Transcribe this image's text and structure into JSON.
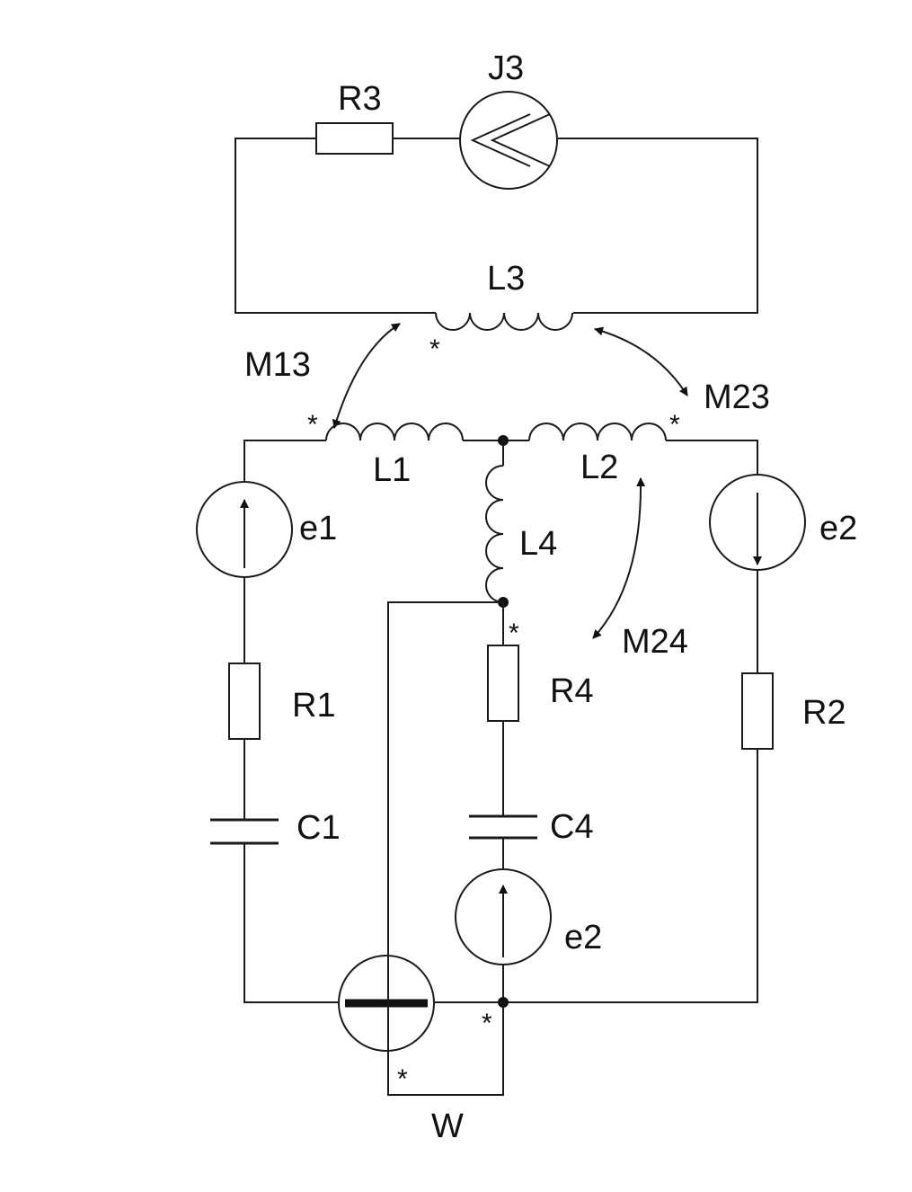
{
  "labels": {
    "R3": "R3",
    "J3": "J3",
    "L3": "L3",
    "M13": "M13",
    "M23": "M23",
    "L1": "L1",
    "L2": "L2",
    "L4": "L4",
    "e1": "e1",
    "e2_right": "e2",
    "e2_middle": "e2",
    "M24": "M24",
    "R1": "R1",
    "R4": "R4",
    "R2": "R2",
    "C1": "C1",
    "C4": "C4",
    "W": "W"
  },
  "marker": "*",
  "colors": {
    "line": "#1a1a1a",
    "background": "#ffffff"
  }
}
